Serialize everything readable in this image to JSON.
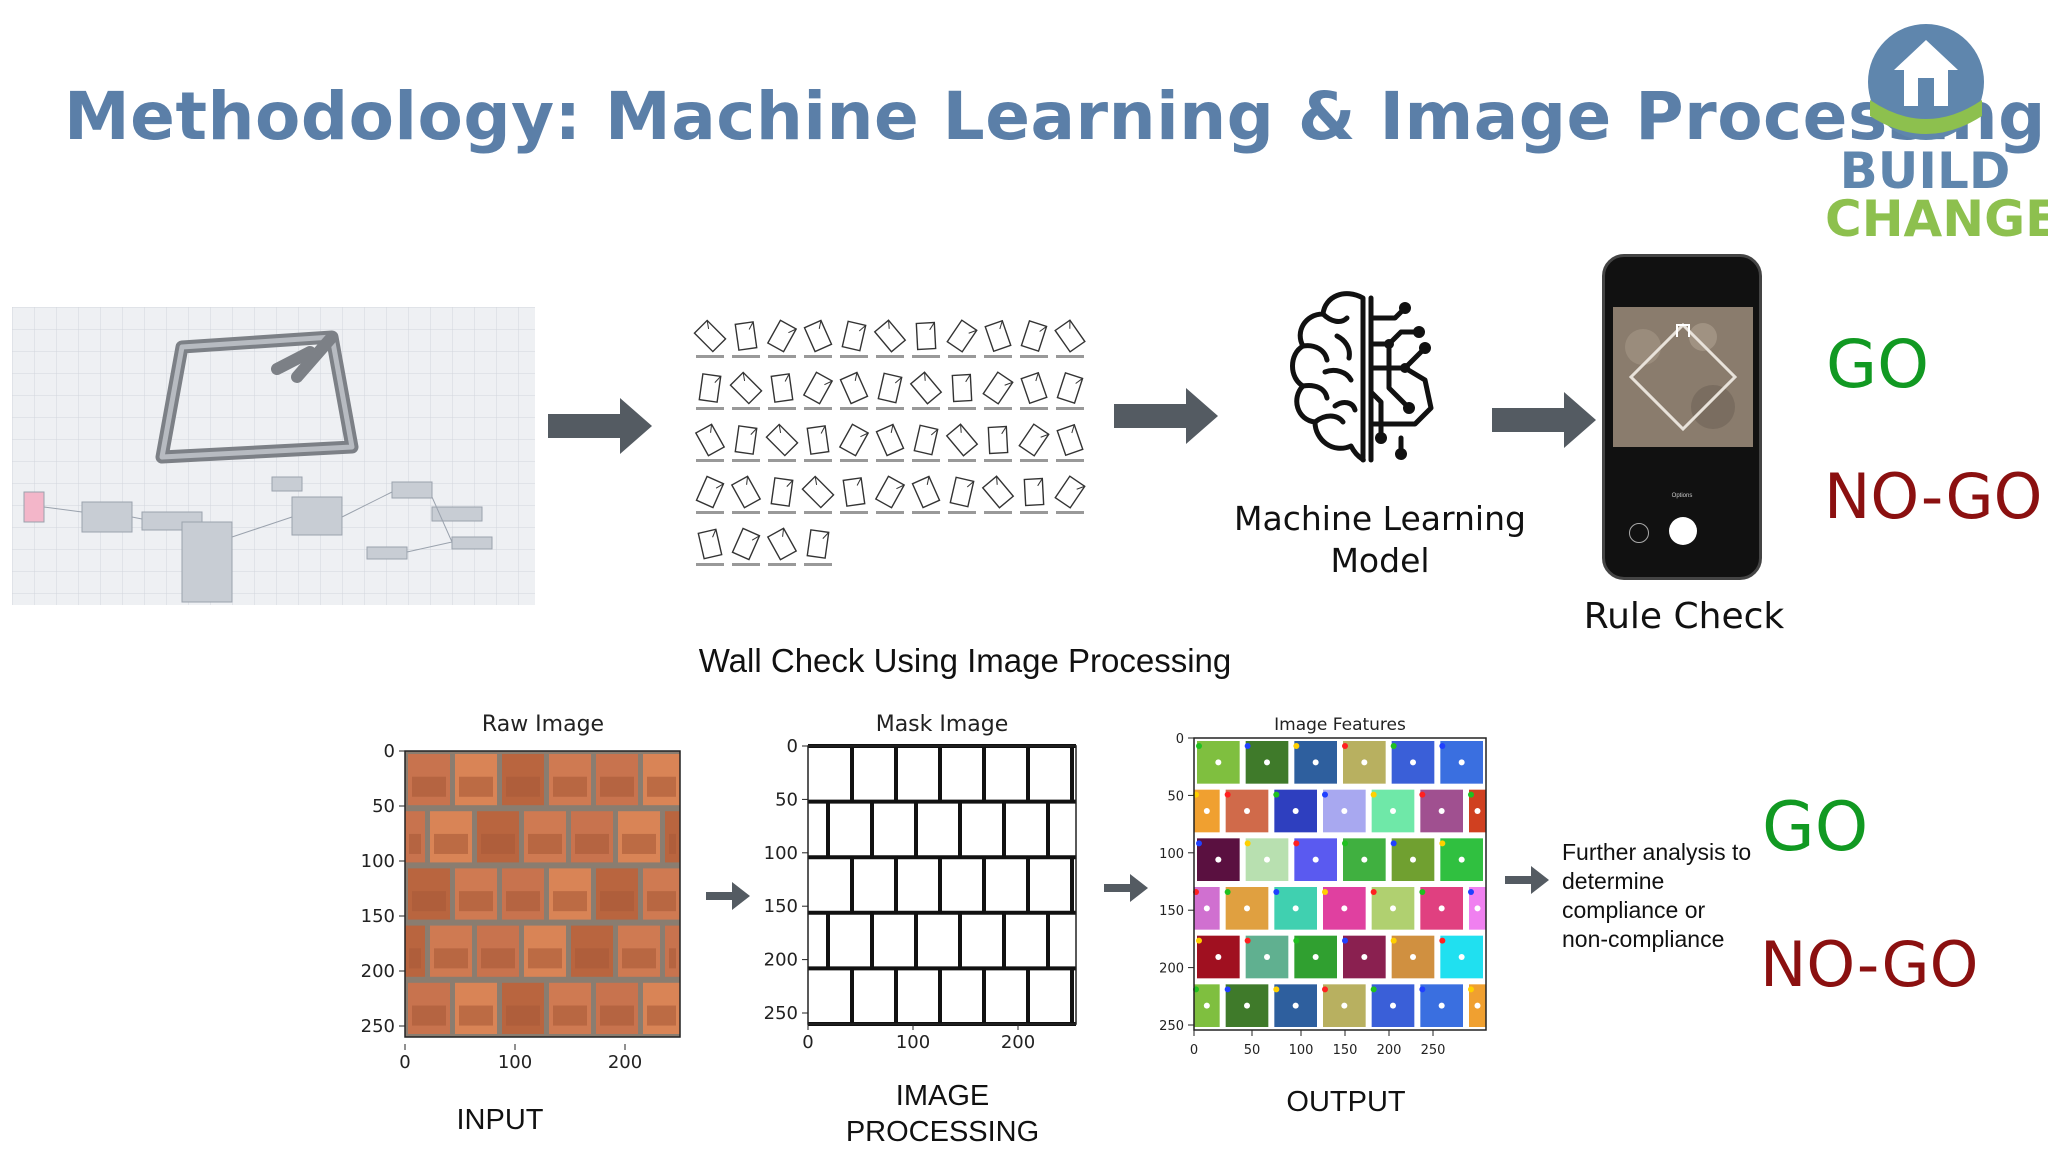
{
  "header": {
    "title": "Methodology: Machine Learning & Image Processing"
  },
  "logo": {
    "line1": "BUILD",
    "line2": "CHANGE",
    "house_color": "#5f86ad",
    "ground_color": "#8dc04e"
  },
  "top_row": {
    "ml_label_line1": "Machine Learning",
    "ml_label_line2": "Model",
    "rule_check_label": "Rule Check",
    "phone_options_text": "Options",
    "go": "GO",
    "nogo": "NO-GO"
  },
  "section": {
    "title": "Wall Check Using Image Processing"
  },
  "plots": {
    "raw": {
      "title": "Raw Image",
      "y_ticks": [
        "0",
        "50",
        "100",
        "150",
        "200",
        "250"
      ],
      "x_ticks": [
        "0",
        "100",
        "200"
      ]
    },
    "mask": {
      "title": "Mask Image",
      "y_ticks": [
        "0",
        "50",
        "100",
        "150",
        "200",
        "250"
      ],
      "x_ticks": [
        "0",
        "100",
        "200"
      ]
    },
    "features": {
      "title": "Image Features",
      "y_ticks": [
        "0",
        "50",
        "100",
        "150",
        "200",
        "250"
      ],
      "x_ticks": [
        "0",
        "50",
        "100",
        "150",
        "200",
        "250"
      ]
    }
  },
  "bottom_row": {
    "input_label": "INPUT",
    "processing_label_line1": "IMAGE",
    "processing_label_line2": "PROCESSING",
    "output_label": "OUTPUT",
    "analysis_line1": "Further analysis to",
    "analysis_line2": "determine",
    "analysis_line3": "compliance or",
    "analysis_line4": "non-compliance",
    "go": "GO",
    "nogo": "NO-GO"
  },
  "colors": {
    "title": "#5b7fa8",
    "go": "#119922",
    "nogo": "#8b1010",
    "arrow": "#545b62"
  }
}
